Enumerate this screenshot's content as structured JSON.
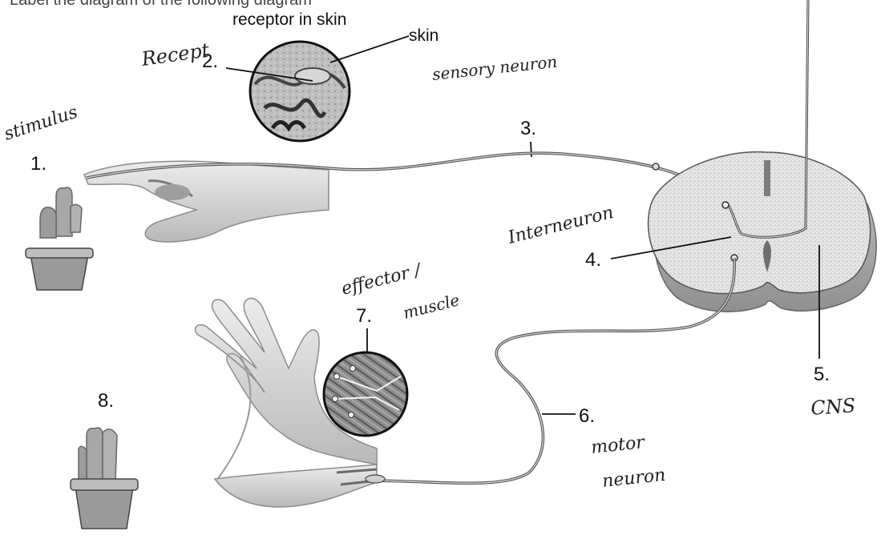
{
  "diagram": {
    "header": {
      "partial_text": "Label the diagram of the following diagram",
      "receptor_label": "receptor in skin",
      "skin_label": "skin"
    },
    "numbers": {
      "n1": "1.",
      "n2": "2.",
      "n3": "3.",
      "n4": "4.",
      "n5": "5.",
      "n6": "6.",
      "n7": "7.",
      "n8": "8."
    },
    "handwritten": {
      "stimulus": "stimulus",
      "receptor": "Recept",
      "sensory_neuron": "sensory neuron",
      "interneuron": "Interneuron",
      "effector_line1": "effector /",
      "effector_line2": "muscle",
      "cns": "CNS",
      "motor_line1": "motor",
      "motor_line2": "neuron"
    },
    "colors": {
      "ink": "#111111",
      "skin_tone": "#cfcfcf",
      "cord_gray": "#bdbdbd",
      "cord_dark": "#8a8a8a",
      "cactus": "#9a9a9a"
    }
  }
}
